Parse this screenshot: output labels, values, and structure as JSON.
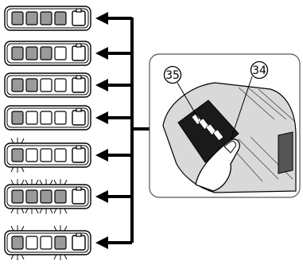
{
  "figure": {
    "callouts": [
      "35",
      "34"
    ],
    "battery_rows": [
      {
        "state": "4 segments lit"
      },
      {
        "state": "3 segments lit"
      },
      {
        "state": "2 segments lit"
      },
      {
        "state": "1 segment lit"
      },
      {
        "state": "1 segment blinking"
      },
      {
        "state": "all segments blinking"
      },
      {
        "state": "segments 1 and 4 blinking"
      }
    ],
    "colors": {
      "ink": "#000000",
      "lit_segment": "#9a9a9a",
      "panel_border": "#555555"
    }
  }
}
